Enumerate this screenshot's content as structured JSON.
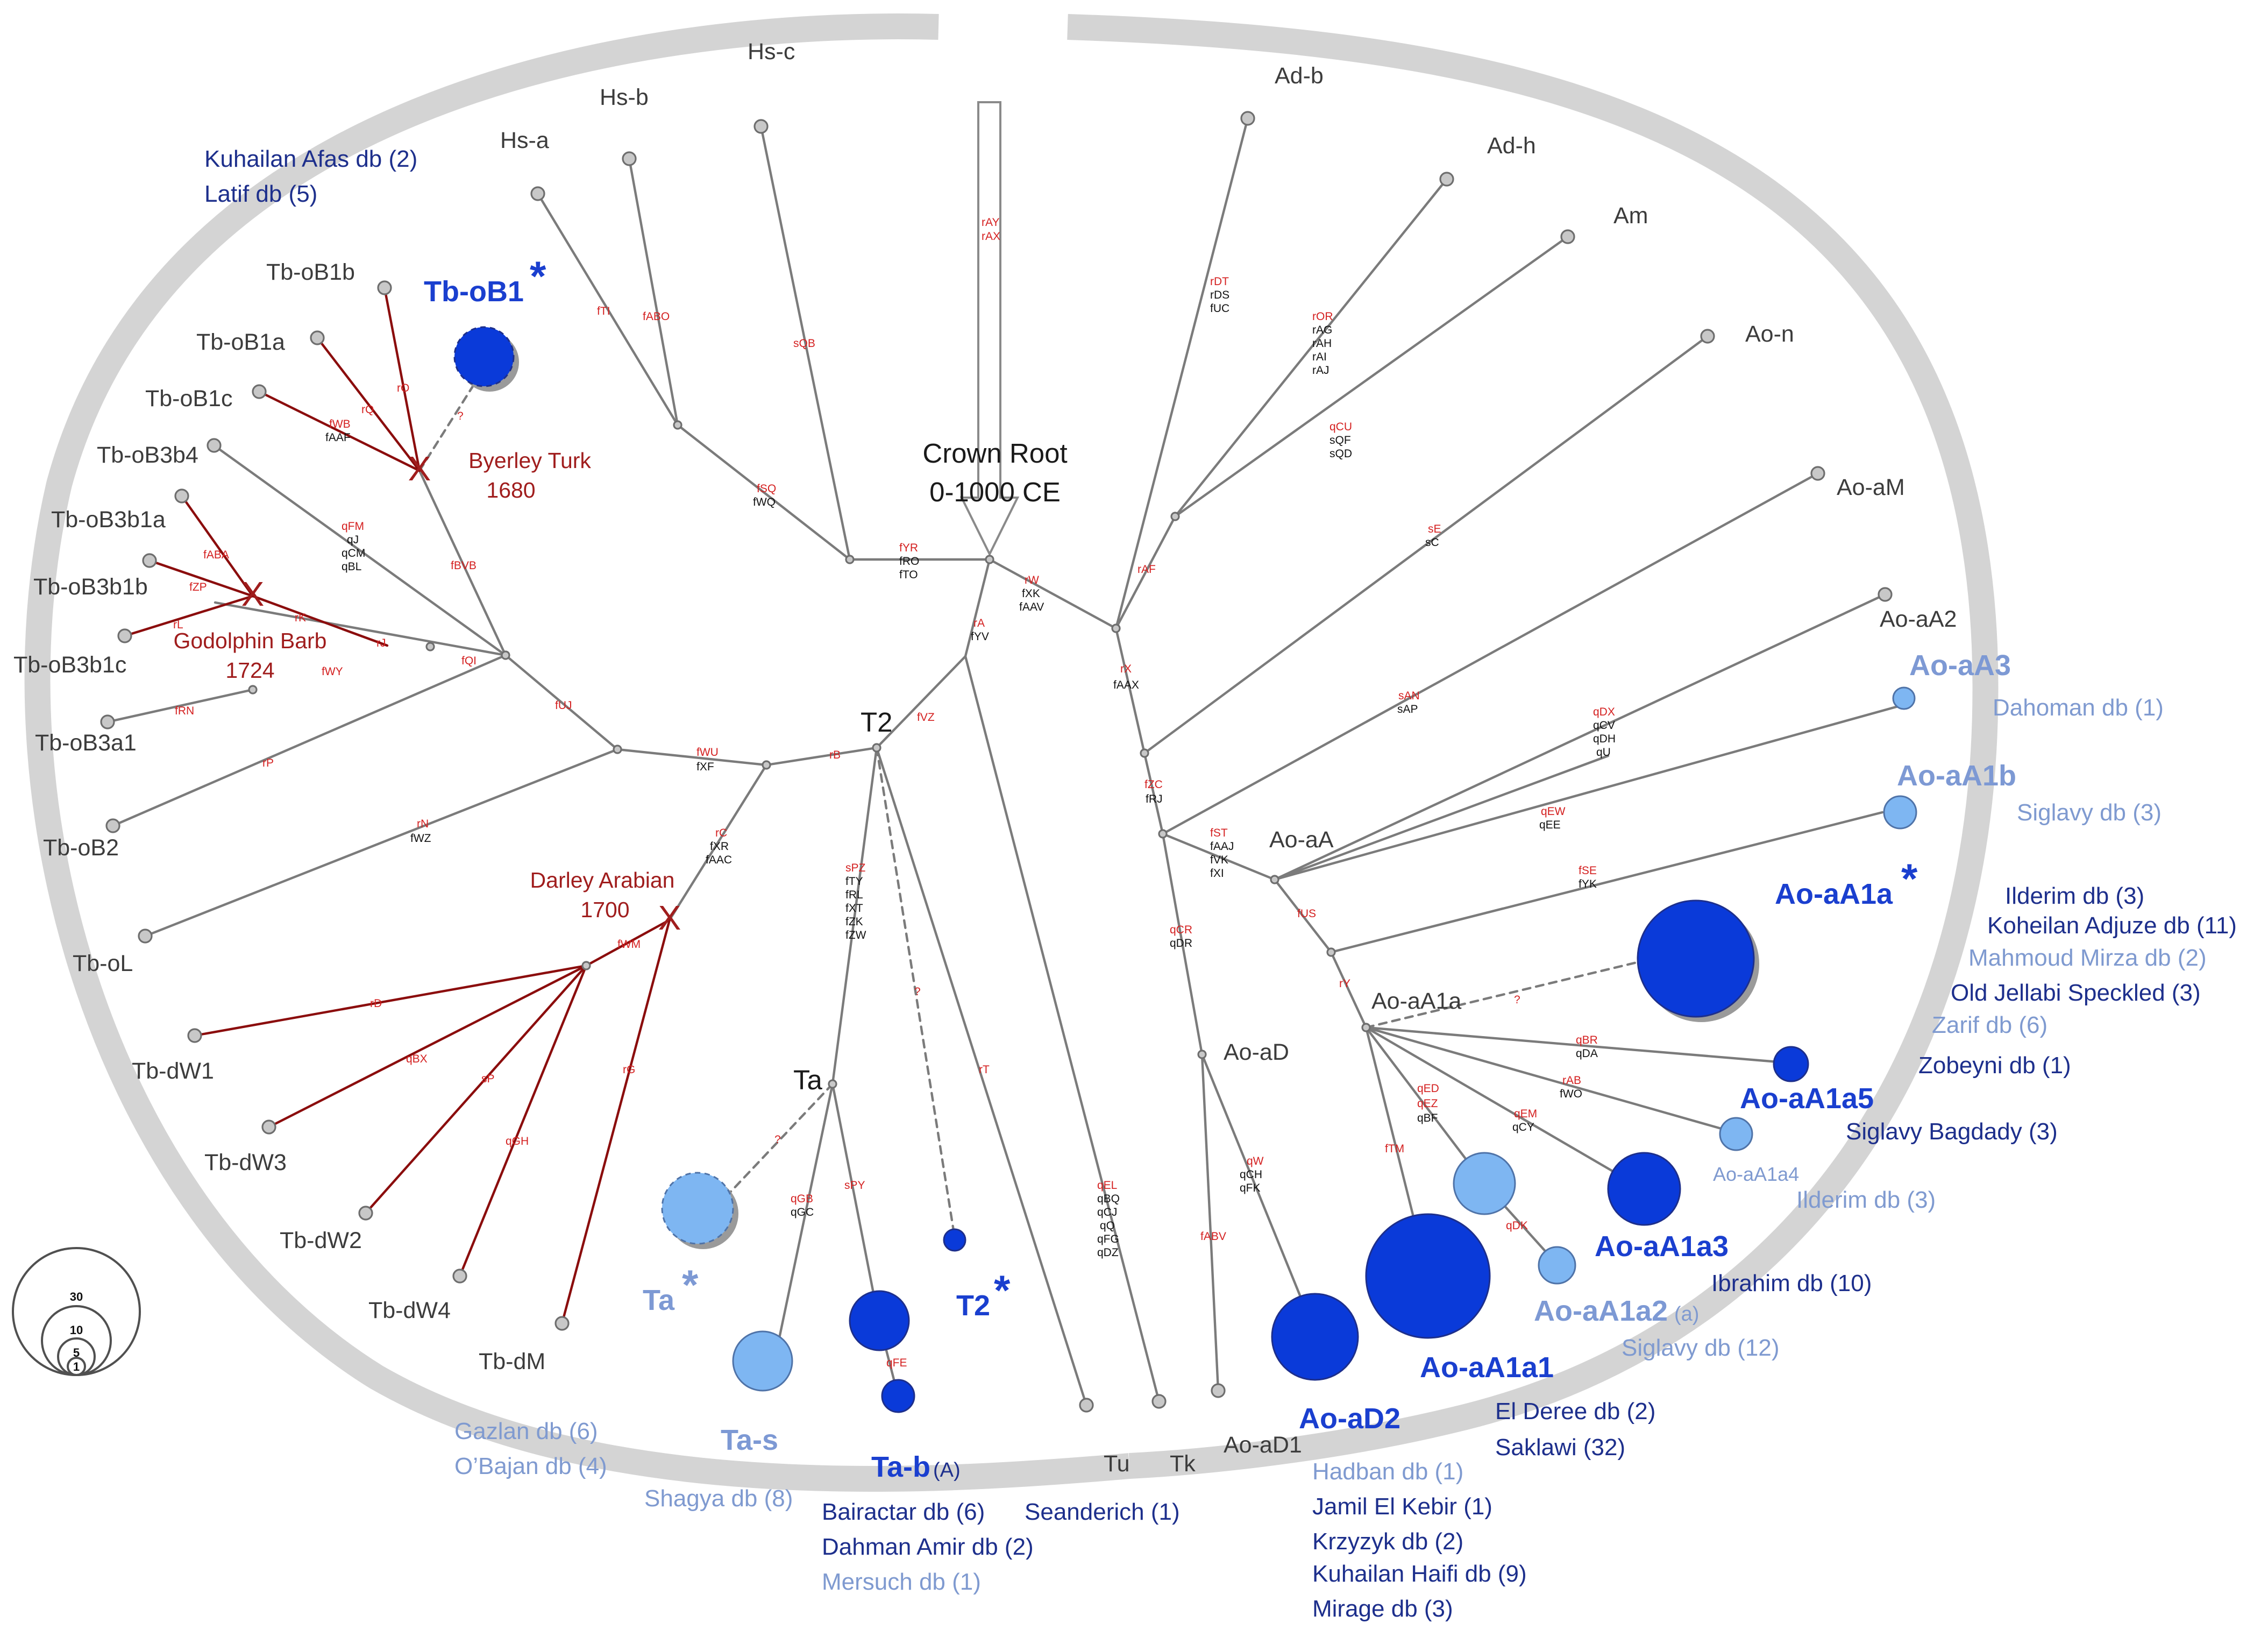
{
  "root": {
    "title": "Crown Root",
    "date": "0-1000 CE"
  },
  "clades": {
    "hs_c": "Hs-c",
    "hs_b": "Hs-b",
    "hs_a": "Hs-a",
    "ad_b": "Ad-b",
    "ad_h": "Ad-h",
    "am": "Am",
    "ao_n": "Ao-n",
    "ao_am": "Ao-aM",
    "ao_aa2": "Ao-aA2",
    "ao_aa": "Ao-aA",
    "ao_aa1a": "Ao-aA1a",
    "ao_ad": "Ao-aD",
    "ao_ad1": "Ao-aD1",
    "t2": "T2",
    "ta": "Ta",
    "tu": "Tu",
    "tk": "Tk",
    "tb_ob1b": "Tb-oB1b",
    "tb_ob1a": "Tb-oB1a",
    "tb_ob1c": "Tb-oB1c",
    "tb_ob3b4": "Tb-oB3b4",
    "tb_ob3b1a": "Tb-oB3b1a",
    "tb_ob3b1b": "Tb-oB3b1b",
    "tb_ob3b1c": "Tb-oB3b1c",
    "tb_ob3a1": "Tb-oB3a1",
    "tb_ob2": "Tb-oB2",
    "tb_ol": "Tb-oL",
    "tb_dw1": "Tb-dW1",
    "tb_dw3": "Tb-dW3",
    "tb_dw2": "Tb-dW2",
    "tb_dw4": "Tb-dW4",
    "tb_dm": "Tb-dM",
    "ao_aa1a4": "Ao-aA1a4"
  },
  "haplotypes": {
    "tb_ob1": "Tb-oB1",
    "ao_aa3": "Ao-aA3",
    "ao_aa1b": "Ao-aA1b",
    "ao_aa1a": "Ao-aA1a",
    "ao_aa1a5": "Ao-aA1a5",
    "ao_aa1a3": "Ao-aA1a3",
    "ao_aa1a2": "Ao-aA1a2",
    "ao_aa1a2_sub": "(a)",
    "ao_aa1a1": "Ao-aA1a1",
    "ao_ad2": "Ao-aD2",
    "ta": "Ta",
    "t2": "T2",
    "ta_s": "Ta-s",
    "ta_b": "Ta-b",
    "ta_b_sub": "(A)",
    "star": "*"
  },
  "events": {
    "byerley": {
      "name": "Byerley Turk",
      "year": "1680"
    },
    "godolphin": {
      "name": "Godolphin Barb",
      "year": "1724"
    },
    "darley": {
      "name": "Darley Arabian",
      "year": "1700"
    },
    "marker": "X",
    "uncertain": "?"
  },
  "breeds": {
    "top_left": [
      "Kuhailan Afas db (2)",
      "Latif db (5)"
    ],
    "ao_aa3": [
      "Dahoman db (1)"
    ],
    "ao_aa1b": [
      "Siglavy db (3)"
    ],
    "ao_aa1a": [
      "Ilderim db (3)",
      "Koheilan Adjuze db (11)",
      "Mahmoud Mirza db (2)",
      "Old Jellabi Speckled (3)",
      "Zarif db (6)",
      "Zobeyni db (1)"
    ],
    "ao_aa1a5": [
      "Siglavy Bagdady (3)"
    ],
    "ao_aa1a4": [
      "Ilderim  db (3)"
    ],
    "ao_aa1a3": [
      "Ibrahim db (10)"
    ],
    "ao_aa1a2": [
      "Siglavy db (12)"
    ],
    "ao_aa1a1": [
      "El Deree db (2)",
      "Saklawi (32)"
    ],
    "ao_ad2": [
      "Hadban db (1)",
      "Jamil El Kebir (1)",
      "Krzyzyk db (2)",
      "Kuhailan Haifi db (9)",
      "Mirage db (3)"
    ],
    "tu": [
      "Seanderich (1)"
    ],
    "ta_b": [
      "Bairactar db (6)",
      "Dahman Amir db (2)",
      "Mersuch db (1)"
    ],
    "ta_s": [
      "Shagya db (8)"
    ],
    "tb_dm": [
      "Gazlan db (6)",
      "O’Bajan db (4)"
    ]
  },
  "mutations": {
    "fTI": "fTI",
    "fABO": "fABO",
    "sQB": "sQB",
    "fSQ": "fSQ",
    "fWQ": "fWQ",
    "rAY": "rAY",
    "rAX": "rAX",
    "fYR": "fYR",
    "fRO": "fRO",
    "fTO": "fTO",
    "rA": "rA",
    "fYV": "fYV",
    "rW": "rW",
    "fXK": "fXK",
    "fAAV": "fAAV",
    "rDT": "rDT",
    "rDS": "rDS",
    "fUC": "fUC",
    "rOR": "rOR",
    "rAG": "rAG",
    "rAH": "rAH",
    "rAI": "rAI",
    "rAJ": "rAJ",
    "qCU": "qCU",
    "sQF": "sQF",
    "sQD": "sQD",
    "rAF": "rAF",
    "sE": "sE",
    "sC": "sC",
    "rX": "rX",
    "fAAX": "fAAX",
    "sAN": "sAN",
    "sAP": "sAP",
    "qDX": "qDX",
    "qCV": "qCV",
    "qDH": "qDH",
    "qU": "qU",
    "qEW": "qEW",
    "qEE": "qEE",
    "fZC": "fZC",
    "fRJ": "fRJ",
    "fST": "fST",
    "fAAJ": "fAAJ",
    "fVK": "fVK",
    "fXI": "fXI",
    "fSE": "fSE",
    "fYK": "fYK",
    "fUS": "fUS",
    "qCR": "qCR",
    "qDR": "qDR",
    "rY": "rY",
    "qBR": "qBR",
    "qDA": "qDA",
    "rAB": "rAB",
    "fWO": "fWO",
    "qED": "qED",
    "qEZ": "qEZ",
    "qBF": "qBF",
    "qEM": "qEM",
    "qCY": "qCY",
    "fTM": "fTM",
    "qDK": "qDK",
    "qW": "qW",
    "qCH": "qCH",
    "qFK": "qFK",
    "fABV": "fABV",
    "qEL": "qEL",
    "qBQ": "qBQ",
    "qCJ": "qCJ",
    "qQ": "qQ",
    "qFG": "qFG",
    "qDZ": "qDZ",
    "rT": "rT",
    "fVZ": "fVZ",
    "rB": "rB",
    "fWU": "fWU",
    "fXF": "fXF",
    "sPZ": "sPZ",
    "fTY": "fTY",
    "fRL": "fRL",
    "fXT": "fXT",
    "fZK": "fZK",
    "fZW": "fZW",
    "qGB": "qGB",
    "qGC": "qGC",
    "sPY": "sPY",
    "qFE": "qFE",
    "rC": "rC",
    "fXR": "fXR",
    "fAAC": "fAAC",
    "rN": "rN",
    "fWZ": "fWZ",
    "rP": "rP",
    "fUJ": "fUJ",
    "fBVB": "fBVB",
    "fQI": "fQI",
    "fWY": "fWY",
    "rJ": "rJ",
    "rK": "rK",
    "fRN": "fRN",
    "qFM": "qFM",
    "qJ": "qJ",
    "qCM": "qCM",
    "qBL": "qBL",
    "fWB": "fWB",
    "fAAF": "fAAF",
    "rQ": "rQ",
    "rO": "rO",
    "fABA": "fABA",
    "fZP": "fZP",
    "rL": "rL",
    "fWM": "fWM",
    "rD": "rD",
    "qBX": "qBX",
    "sP": "sP",
    "qGH": "qGH",
    "rG": "rG"
  },
  "legend": {
    "values": [
      "30",
      "10",
      "5",
      "1"
    ]
  }
}
